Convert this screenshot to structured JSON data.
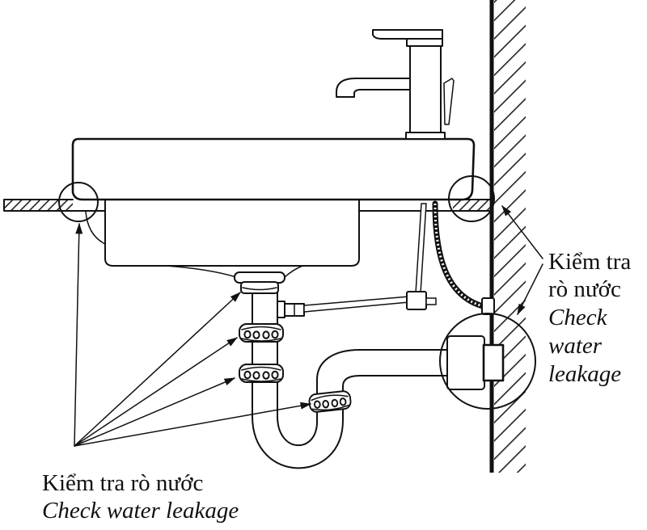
{
  "colors": {
    "ink": "#111111",
    "paper": "#ffffff"
  },
  "labels": {
    "bottom_left": {
      "vi": "Kiểm tra rò nước",
      "en": "Check water leakage"
    },
    "right": {
      "vi_line1": "Kiểm tra",
      "vi_line2": "rò nước",
      "en_line1": "Check",
      "en_line2": "water",
      "en_line3": "leakage"
    }
  }
}
